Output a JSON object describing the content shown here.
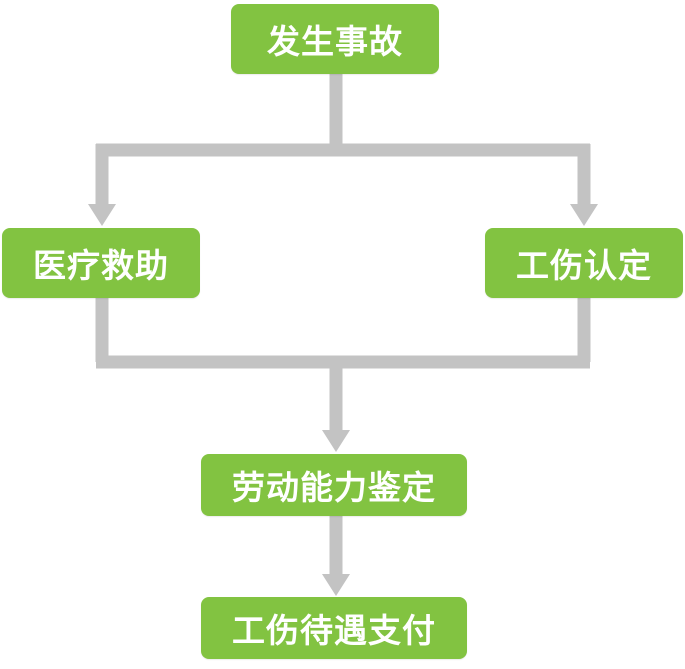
{
  "flowchart": {
    "colors": {
      "node_fill": "#82c341",
      "node_text": "#ffffff",
      "connector": "#c3c3c3"
    },
    "nodes": {
      "accident": "发生事故",
      "medical_rescue": "医疗救助",
      "injury_recognition": "工伤认定",
      "labor_capacity_appraisal": "劳动能力鉴定",
      "benefit_payment": "工伤待遇支付"
    }
  }
}
